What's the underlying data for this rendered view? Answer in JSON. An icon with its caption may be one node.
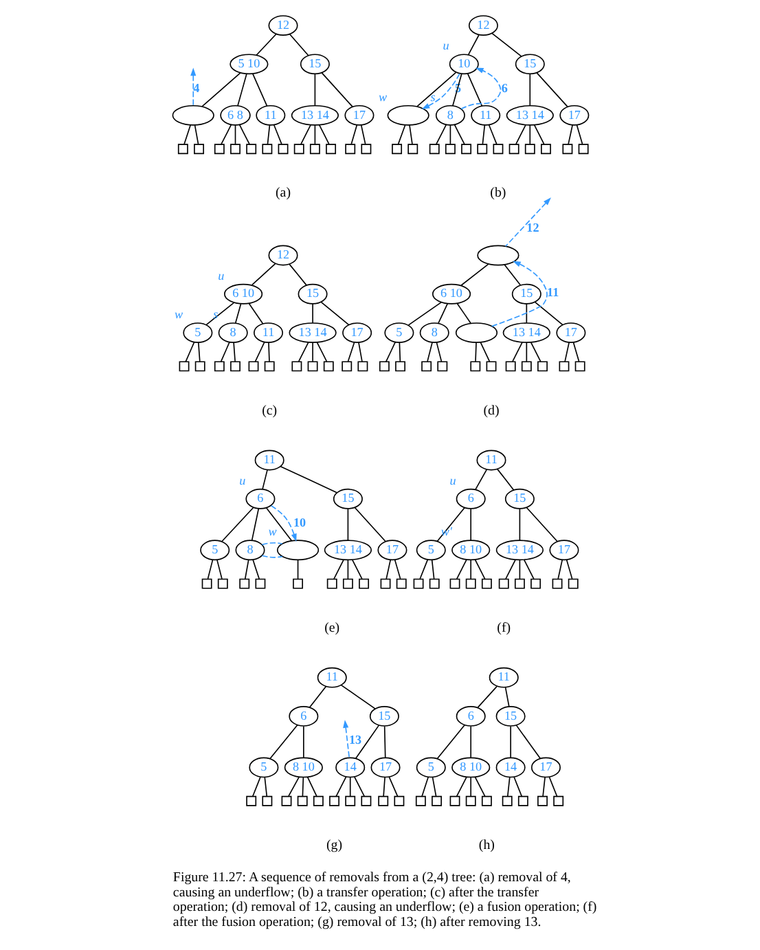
{
  "diagram": {
    "caption": "Figure 11.27: A sequence of removals from a (2,4) tree: (a) removal of 4, causing an underflow; (b) a transfer operation; (c) after the transfer operation; (d) removal of 12, causing an underflow; (e) a fusion operation; (f) after the fusion operation; (g) removal of 13; (h) after removing 13.",
    "nodes": [
      {
        "text": [
          "12"
        ]
      },
      {
        "text": [
          "5 10"
        ]
      },
      {
        "text": [
          "15"
        ]
      },
      {
        "text": [],
        "shape": "ellipse"
      },
      {
        "text": [
          "6 8"
        ]
      },
      {
        "text": [
          "11"
        ]
      },
      {
        "text": [
          "13 14"
        ]
      },
      {
        "text": [
          "17"
        ]
      },
      {
        "text": [],
        "shape": "box"
      },
      {
        "text": [],
        "shape": "box"
      },
      {
        "text": [],
        "shape": "box"
      },
      {
        "text": [],
        "shape": "box"
      },
      {
        "text": [],
        "shape": "box"
      },
      {
        "text": [],
        "shape": "box"
      },
      {
        "text": [],
        "shape": "box"
      },
      {
        "text": [],
        "shape": "box"
      },
      {
        "text": [],
        "shape": "box"
      },
      {
        "text": [],
        "shape": "box"
      },
      {
        "text": [],
        "shape": "box"
      },
      {
        "text": [],
        "shape": "box"
      },
      {
        "text": [
          "12"
        ]
      },
      {
        "text": [
          "10"
        ],
        "beside": [
          "u"
        ]
      },
      {
        "text": [
          "15"
        ]
      },
      {
        "text": [],
        "shape": "ellipse",
        "beside": [
          "w"
        ]
      },
      {
        "text": [
          "8"
        ],
        "beside": [
          "s"
        ]
      },
      {
        "text": [
          "11"
        ]
      },
      {
        "text": [
          "13 14"
        ]
      },
      {
        "text": [
          "17"
        ]
      },
      {
        "text": [],
        "shape": "box"
      },
      {
        "text": [],
        "shape": "box"
      },
      {
        "text": [],
        "shape": "box"
      },
      {
        "text": [],
        "shape": "box"
      },
      {
        "text": [],
        "shape": "box"
      },
      {
        "text": [],
        "shape": "box"
      },
      {
        "text": [],
        "shape": "box"
      },
      {
        "text": [],
        "shape": "box"
      },
      {
        "text": [],
        "shape": "box"
      },
      {
        "text": [],
        "shape": "box"
      },
      {
        "text": [],
        "shape": "box"
      },
      {
        "text": [],
        "shape": "box"
      },
      {
        "text": [
          "12"
        ]
      },
      {
        "text": [
          "6 10"
        ],
        "beside": [
          "u"
        ]
      },
      {
        "text": [
          "15"
        ]
      },
      {
        "text": [
          "5"
        ],
        "beside": [
          "w"
        ]
      },
      {
        "text": [
          "8"
        ],
        "beside": [
          "s"
        ]
      },
      {
        "text": [
          "11"
        ]
      },
      {
        "text": [
          "13 14"
        ]
      },
      {
        "text": [
          "17"
        ]
      },
      {
        "text": [],
        "shape": "box"
      },
      {
        "text": [],
        "shape": "box"
      },
      {
        "text": [],
        "shape": "box"
      },
      {
        "text": [],
        "shape": "box"
      },
      {
        "text": [],
        "shape": "box"
      },
      {
        "text": [],
        "shape": "box"
      },
      {
        "text": [],
        "shape": "box"
      },
      {
        "text": [],
        "shape": "box"
      },
      {
        "text": [],
        "shape": "box"
      },
      {
        "text": [],
        "shape": "box"
      },
      {
        "text": [],
        "shape": "box"
      },
      {
        "text": [],
        "shape": "ellipse"
      },
      {
        "text": [
          "6 10"
        ]
      },
      {
        "text": [
          "15"
        ]
      },
      {
        "text": [
          "5"
        ]
      },
      {
        "text": [
          "8"
        ]
      },
      {
        "text": [],
        "shape": "ellipse"
      },
      {
        "text": [
          "13 14"
        ]
      },
      {
        "text": [
          "17"
        ]
      },
      {
        "text": [],
        "shape": "box"
      },
      {
        "text": [],
        "shape": "box"
      },
      {
        "text": [],
        "shape": "box"
      },
      {
        "text": [],
        "shape": "box"
      },
      {
        "text": [],
        "shape": "box"
      },
      {
        "text": [],
        "shape": "box"
      },
      {
        "text": [],
        "shape": "box"
      },
      {
        "text": [],
        "shape": "box"
      },
      {
        "text": [],
        "shape": "box"
      },
      {
        "text": [],
        "shape": "box"
      },
      {
        "text": [],
        "shape": "box"
      },
      {
        "text": [
          "11"
        ]
      },
      {
        "text": [
          "6"
        ],
        "beside": [
          "u"
        ]
      },
      {
        "text": [
          "15"
        ]
      },
      {
        "text": [
          "5"
        ]
      },
      {
        "text": [
          "8"
        ]
      },
      {
        "text": [],
        "shape": "ellipse",
        "beside": [
          "w"
        ]
      },
      {
        "text": [
          "13 14"
        ]
      },
      {
        "text": [
          "17"
        ]
      },
      {
        "text": [],
        "shape": "box"
      },
      {
        "text": [],
        "shape": "box"
      },
      {
        "text": [],
        "shape": "box"
      },
      {
        "text": [],
        "shape": "box"
      },
      {
        "text": [],
        "shape": "box"
      },
      {
        "text": [],
        "shape": "box"
      },
      {
        "text": [],
        "shape": "box"
      },
      {
        "text": [],
        "shape": "box"
      },
      {
        "text": [],
        "shape": "box"
      },
      {
        "text": [],
        "shape": "box"
      },
      {
        "text": [
          "11"
        ]
      },
      {
        "text": [
          "6"
        ],
        "beside": [
          "u"
        ]
      },
      {
        "text": [
          "15"
        ]
      },
      {
        "text": [
          "5"
        ]
      },
      {
        "text": [
          "8 10"
        ],
        "beside": [
          "w′"
        ]
      },
      {
        "text": [
          "13 14"
        ]
      },
      {
        "text": [
          "17"
        ]
      },
      {
        "text": [],
        "shape": "box"
      },
      {
        "text": [],
        "shape": "box"
      },
      {
        "text": [],
        "shape": "box"
      },
      {
        "text": [],
        "shape": "box"
      },
      {
        "text": [],
        "shape": "box"
      },
      {
        "text": [],
        "shape": "box"
      },
      {
        "text": [],
        "shape": "box"
      },
      {
        "text": [],
        "shape": "box"
      },
      {
        "text": [],
        "shape": "box"
      },
      {
        "text": [],
        "shape": "box"
      },
      {
        "text": [
          "11"
        ]
      },
      {
        "text": [
          "6"
        ]
      },
      {
        "text": [
          "15"
        ]
      },
      {
        "text": [
          "5"
        ]
      },
      {
        "text": [
          "8 10"
        ]
      },
      {
        "text": [
          "14"
        ]
      },
      {
        "text": [
          "17"
        ]
      },
      {
        "text": [],
        "shape": "box"
      },
      {
        "text": [],
        "shape": "box"
      },
      {
        "text": [],
        "shape": "box"
      },
      {
        "text": [],
        "shape": "box"
      },
      {
        "text": [],
        "shape": "box"
      },
      {
        "text": [],
        "shape": "box"
      },
      {
        "text": [],
        "shape": "box"
      },
      {
        "text": [],
        "shape": "box"
      },
      {
        "text": [],
        "shape": "box"
      },
      {
        "text": [],
        "shape": "box"
      },
      {
        "text": [
          "11"
        ]
      },
      {
        "text": [
          "6"
        ]
      },
      {
        "text": [
          "15"
        ]
      },
      {
        "text": [
          "5"
        ]
      },
      {
        "text": [
          "8 10"
        ]
      },
      {
        "text": [
          "14"
        ]
      },
      {
        "text": [
          "17"
        ]
      },
      {
        "text": [],
        "shape": "box"
      },
      {
        "text": [],
        "shape": "box"
      },
      {
        "text": [],
        "shape": "box"
      },
      {
        "text": [],
        "shape": "box"
      },
      {
        "text": [],
        "shape": "box"
      },
      {
        "text": [],
        "shape": "box"
      },
      {
        "text": [],
        "shape": "box"
      },
      {
        "text": [],
        "shape": "box"
      },
      {
        "text": [],
        "shape": "box"
      }
    ],
    "edges": [
      {
        "from": 0,
        "to": 1,
        "arrow": "none"
      },
      {
        "from": 0,
        "to": 2,
        "arrow": "none"
      },
      {
        "from": 1,
        "to": 3,
        "arrow": "none"
      },
      {
        "from": 1,
        "to": 4,
        "arrow": "none"
      },
      {
        "from": 1,
        "to": 5,
        "arrow": "none"
      },
      {
        "from": 2,
        "to": 6,
        "arrow": "none"
      },
      {
        "from": 2,
        "to": 7,
        "arrow": "none"
      },
      {
        "from": 3,
        "to": 8,
        "arrow": "none"
      },
      {
        "from": 3,
        "to": 9,
        "arrow": "none"
      },
      {
        "from": 4,
        "to": 10,
        "arrow": "none"
      },
      {
        "from": 4,
        "to": 11,
        "arrow": "none"
      },
      {
        "from": 4,
        "to": 12,
        "arrow": "none"
      },
      {
        "from": 5,
        "to": 13,
        "arrow": "none"
      },
      {
        "from": 5,
        "to": 14,
        "arrow": "none"
      },
      {
        "from": 6,
        "to": 15,
        "arrow": "none"
      },
      {
        "from": 6,
        "to": 16,
        "arrow": "none"
      },
      {
        "from": 6,
        "to": 17,
        "arrow": "none"
      },
      {
        "from": 7,
        "to": 18,
        "arrow": "none"
      },
      {
        "from": 7,
        "to": 19,
        "arrow": "none"
      },
      {
        "from": 3,
        "to": null,
        "arrow": "to",
        "label": "4",
        "style": "dashed",
        "color": "#3399ff"
      },
      {
        "from": 20,
        "to": 21,
        "arrow": "none"
      },
      {
        "from": 20,
        "to": 22,
        "arrow": "none"
      },
      {
        "from": 21,
        "to": 23,
        "arrow": "none"
      },
      {
        "from": 21,
        "to": 24,
        "arrow": "none"
      },
      {
        "from": 21,
        "to": 25,
        "arrow": "none"
      },
      {
        "from": 22,
        "to": 26,
        "arrow": "none"
      },
      {
        "from": 22,
        "to": 27,
        "arrow": "none"
      },
      {
        "from": 23,
        "to": 28,
        "arrow": "none"
      },
      {
        "from": 23,
        "to": 29,
        "arrow": "none"
      },
      {
        "from": 24,
        "to": 30,
        "arrow": "none"
      },
      {
        "from": 24,
        "to": 31,
        "arrow": "none"
      },
      {
        "from": 24,
        "to": 32,
        "arrow": "none"
      },
      {
        "from": 25,
        "to": 33,
        "arrow": "none"
      },
      {
        "from": 25,
        "to": 34,
        "arrow": "none"
      },
      {
        "from": 26,
        "to": 35,
        "arrow": "none"
      },
      {
        "from": 26,
        "to": 36,
        "arrow": "none"
      },
      {
        "from": 26,
        "to": 37,
        "arrow": "none"
      },
      {
        "from": 27,
        "to": 38,
        "arrow": "none"
      },
      {
        "from": 27,
        "to": 39,
        "arrow": "none"
      },
      {
        "from": 21,
        "to": 23,
        "arrow": "to",
        "label": "5",
        "style": "dashed",
        "color": "#3399ff"
      },
      {
        "from": 24,
        "to": 21,
        "arrow": "to",
        "label": "6",
        "style": "dashed",
        "color": "#3399ff"
      },
      {
        "from": 40,
        "to": 41,
        "arrow": "none"
      },
      {
        "from": 40,
        "to": 42,
        "arrow": "none"
      },
      {
        "from": 41,
        "to": 43,
        "arrow": "none"
      },
      {
        "from": 41,
        "to": 44,
        "arrow": "none"
      },
      {
        "from": 41,
        "to": 45,
        "arrow": "none"
      },
      {
        "from": 42,
        "to": 46,
        "arrow": "none"
      },
      {
        "from": 42,
        "to": 47,
        "arrow": "none"
      },
      {
        "from": 43,
        "to": 48,
        "arrow": "none"
      },
      {
        "from": 43,
        "to": 49,
        "arrow": "none"
      },
      {
        "from": 44,
        "to": 50,
        "arrow": "none"
      },
      {
        "from": 44,
        "to": 51,
        "arrow": "none"
      },
      {
        "from": 45,
        "to": 52,
        "arrow": "none"
      },
      {
        "from": 45,
        "to": 53,
        "arrow": "none"
      },
      {
        "from": 46,
        "to": 54,
        "arrow": "none"
      },
      {
        "from": 46,
        "to": 55,
        "arrow": "none"
      },
      {
        "from": 46,
        "to": 56,
        "arrow": "none"
      },
      {
        "from": 47,
        "to": 57,
        "arrow": "none"
      },
      {
        "from": 47,
        "to": 58,
        "arrow": "none"
      },
      {
        "from": 59,
        "to": 60,
        "arrow": "none"
      },
      {
        "from": 59,
        "to": 61,
        "arrow": "none"
      },
      {
        "from": 60,
        "to": 62,
        "arrow": "none"
      },
      {
        "from": 60,
        "to": 63,
        "arrow": "none"
      },
      {
        "from": 60,
        "to": 64,
        "arrow": "none"
      },
      {
        "from": 61,
        "to": 65,
        "arrow": "none"
      },
      {
        "from": 61,
        "to": 66,
        "arrow": "none"
      },
      {
        "from": 62,
        "to": 67,
        "arrow": "none"
      },
      {
        "from": 62,
        "to": 68,
        "arrow": "none"
      },
      {
        "from": 63,
        "to": 69,
        "arrow": "none"
      },
      {
        "from": 63,
        "to": 70,
        "arrow": "none"
      },
      {
        "from": 64,
        "to": 71,
        "arrow": "none"
      },
      {
        "from": 64,
        "to": 72,
        "arrow": "none"
      },
      {
        "from": 65,
        "to": 73,
        "arrow": "none"
      },
      {
        "from": 65,
        "to": 74,
        "arrow": "none"
      },
      {
        "from": 65,
        "to": 75,
        "arrow": "none"
      },
      {
        "from": 66,
        "to": 76,
        "arrow": "none"
      },
      {
        "from": 66,
        "to": 77,
        "arrow": "none"
      },
      {
        "from": 64,
        "to": 59,
        "arrow": "to",
        "label": "11",
        "style": "dashed",
        "color": "#3399ff"
      },
      {
        "from": 59,
        "to": null,
        "arrow": "to",
        "label": "12",
        "style": "dashed",
        "color": "#3399ff"
      },
      {
        "from": 78,
        "to": 79,
        "arrow": "none"
      },
      {
        "from": 78,
        "to": 80,
        "arrow": "none"
      },
      {
        "from": 79,
        "to": 81,
        "arrow": "none"
      },
      {
        "from": 79,
        "to": 82,
        "arrow": "none"
      },
      {
        "from": 79,
        "to": 83,
        "arrow": "none"
      },
      {
        "from": 80,
        "to": 84,
        "arrow": "none"
      },
      {
        "from": 80,
        "to": 85,
        "arrow": "none"
      },
      {
        "from": 81,
        "to": 86,
        "arrow": "none"
      },
      {
        "from": 81,
        "to": 87,
        "arrow": "none"
      },
      {
        "from": 82,
        "to": 88,
        "arrow": "none"
      },
      {
        "from": 82,
        "to": 89,
        "arrow": "none"
      },
      {
        "from": 83,
        "to": 90,
        "arrow": "none"
      },
      {
        "from": 84,
        "to": 91,
        "arrow": "none"
      },
      {
        "from": 84,
        "to": 92,
        "arrow": "none"
      },
      {
        "from": 84,
        "to": 93,
        "arrow": "none"
      },
      {
        "from": 85,
        "to": 94,
        "arrow": "none"
      },
      {
        "from": 85,
        "to": 95,
        "arrow": "none"
      },
      {
        "from": 79,
        "to": 83,
        "arrow": "to",
        "label": "10",
        "style": "dashed",
        "color": "#3399ff"
      },
      {
        "from": 82,
        "to": 83,
        "arrow": "none",
        "style": "dashed",
        "color": "#3399ff"
      },
      {
        "from": 82,
        "to": 83,
        "arrow": "none",
        "style": "dashed",
        "color": "#3399ff"
      },
      {
        "from": 96,
        "to": 97,
        "arrow": "none"
      },
      {
        "from": 96,
        "to": 98,
        "arrow": "none"
      },
      {
        "from": 97,
        "to": 99,
        "arrow": "none"
      },
      {
        "from": 97,
        "to": 100,
        "arrow": "none"
      },
      {
        "from": 98,
        "to": 101,
        "arrow": "none"
      },
      {
        "from": 98,
        "to": 102,
        "arrow": "none"
      },
      {
        "from": 99,
        "to": 103,
        "arrow": "none"
      },
      {
        "from": 99,
        "to": 104,
        "arrow": "none"
      },
      {
        "from": 100,
        "to": 105,
        "arrow": "none"
      },
      {
        "from": 100,
        "to": 106,
        "arrow": "none"
      },
      {
        "from": 100,
        "to": 107,
        "arrow": "none"
      },
      {
        "from": 101,
        "to": 108,
        "arrow": "none"
      },
      {
        "from": 101,
        "to": 109,
        "arrow": "none"
      },
      {
        "from": 101,
        "to": 110,
        "arrow": "none"
      },
      {
        "from": 102,
        "to": 111,
        "arrow": "none"
      },
      {
        "from": 102,
        "to": 112,
        "arrow": "none"
      },
      {
        "from": 113,
        "to": 114,
        "arrow": "none"
      },
      {
        "from": 113,
        "to": 115,
        "arrow": "none"
      },
      {
        "from": 114,
        "to": 116,
        "arrow": "none"
      },
      {
        "from": 114,
        "to": 117,
        "arrow": "none"
      },
      {
        "from": 115,
        "to": 118,
        "arrow": "none"
      },
      {
        "from": 115,
        "to": 119,
        "arrow": "none"
      },
      {
        "from": 116,
        "to": 120,
        "arrow": "none"
      },
      {
        "from": 116,
        "to": 121,
        "arrow": "none"
      },
      {
        "from": 117,
        "to": 122,
        "arrow": "none"
      },
      {
        "from": 117,
        "to": 123,
        "arrow": "none"
      },
      {
        "from": 117,
        "to": 124,
        "arrow": "none"
      },
      {
        "from": 118,
        "to": 125,
        "arrow": "none"
      },
      {
        "from": 118,
        "to": 126,
        "arrow": "none"
      },
      {
        "from": 118,
        "to": 127,
        "arrow": "none"
      },
      {
        "from": 119,
        "to": 128,
        "arrow": "none"
      },
      {
        "from": 119,
        "to": 129,
        "arrow": "none"
      },
      {
        "from": 118,
        "to": null,
        "arrow": "to",
        "label": "13",
        "style": "dashed",
        "color": "#3399ff"
      },
      {
        "from": 130,
        "to": 131,
        "arrow": "none"
      },
      {
        "from": 130,
        "to": 132,
        "arrow": "none"
      },
      {
        "from": 131,
        "to": 133,
        "arrow": "none"
      },
      {
        "from": 131,
        "to": 134,
        "arrow": "none"
      },
      {
        "from": 132,
        "to": 135,
        "arrow": "none"
      },
      {
        "from": 132,
        "to": 136,
        "arrow": "none"
      },
      {
        "from": 133,
        "to": 137,
        "arrow": "none"
      },
      {
        "from": 133,
        "to": 138,
        "arrow": "none"
      },
      {
        "from": 134,
        "to": 139,
        "arrow": "none"
      },
      {
        "from": 134,
        "to": 140,
        "arrow": "none"
      },
      {
        "from": 134,
        "to": 141,
        "arrow": "none"
      },
      {
        "from": 135,
        "to": 142,
        "arrow": "none"
      },
      {
        "from": 135,
        "to": 143,
        "arrow": "none"
      },
      {
        "from": 136,
        "to": 144,
        "arrow": "none"
      },
      {
        "from": 136,
        "to": 145,
        "arrow": "none"
      }
    ],
    "labels": [
      "(a)",
      "(b)",
      "(c)",
      "(d)",
      "(e)",
      "(f)",
      "(g)",
      "(h)"
    ]
  }
}
